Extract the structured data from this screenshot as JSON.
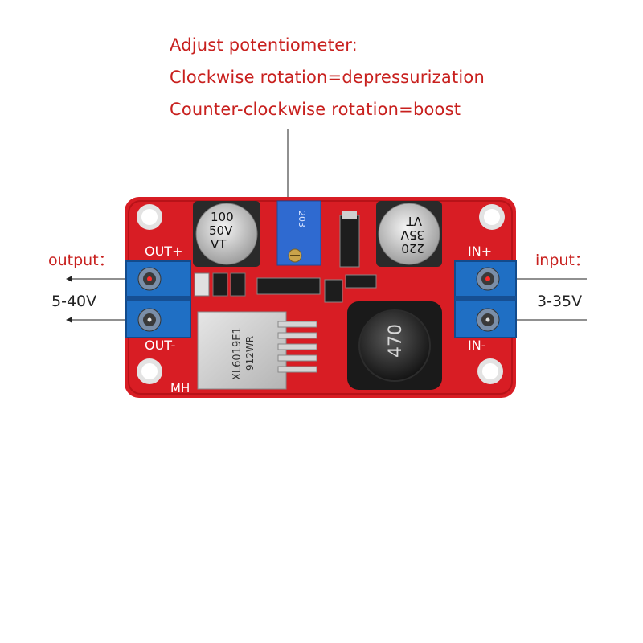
{
  "instructions": {
    "line1": "Adjust potentiometer:",
    "line2": "Clockwise rotation=depressurization",
    "line3": "Counter-clockwise rotation=boost"
  },
  "output": {
    "label": "output：",
    "range": "5-40V"
  },
  "input": {
    "label": "input：",
    "range": "3-35V"
  },
  "board": {
    "out_plus": "OUT+",
    "out_minus": "OUT-",
    "in_plus": "IN+",
    "in_minus": "IN-",
    "brand": "MH",
    "cap_left": {
      "line1": "100",
      "line2": "50V",
      "line3": "VT"
    },
    "cap_right": {
      "line1": "220",
      "line2": "35V",
      "line3": "VT"
    },
    "pot_text": "203",
    "chip_line1": "XL6019E1",
    "chip_line2": "912WR",
    "inductor": "470",
    "colors": {
      "pcb": "#d81d24",
      "terminal": "#1f6fc4",
      "text": "#c8201e"
    }
  }
}
